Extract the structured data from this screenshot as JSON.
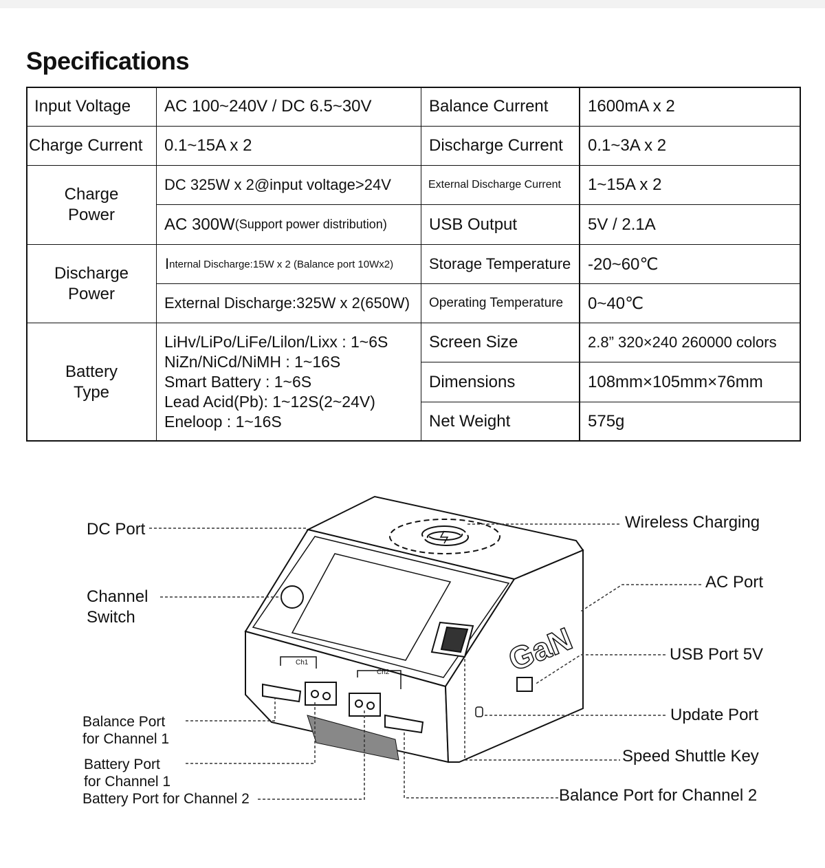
{
  "title": "Specifications",
  "specs": {
    "input_voltage": {
      "label": "Input  Voltage",
      "value": "AC 100~240V / DC 6.5~30V"
    },
    "charge_current": {
      "label": "Charge Current",
      "value": "0.1~15A x 2"
    },
    "charge_power": {
      "label": "Charge Power",
      "dc": "DC 325W x 2@input voltage>24V",
      "ac_main": "AC 300W",
      "ac_note": "(Support power distribution)"
    },
    "discharge_power": {
      "label": "Discharge Power",
      "internal_i": "I",
      "internal": "nternal Discharge:15W x 2 (Balance port 10Wx2)",
      "external": "External Discharge:325W x 2(650W)"
    },
    "battery_type": {
      "label": "Battery Type",
      "lines": [
        "LiHv/LiPo/LiFe/Lilon/Lixx : 1~6S",
        "NiZn/NiCd/NiMH : 1~16S",
        "Smart Battery : 1~6S",
        "Lead Acid(Pb):  1~12S(2~24V)",
        "Eneloop : 1~16S"
      ]
    },
    "balance_current": {
      "label": "Balance Current",
      "value": "1600mA x 2"
    },
    "discharge_current": {
      "label": "Discharge Current",
      "value": "0.1~3A x 2"
    },
    "external_discharge_current": {
      "label": "External Discharge Current",
      "value": "1~15A x 2"
    },
    "usb_output": {
      "label": "USB Output",
      "value": "5V / 2.1A"
    },
    "storage_temperature": {
      "label": "Storage Temperature",
      "value": "-20~60℃"
    },
    "operating_temperature": {
      "label": "Operating Temperature",
      "value": "0~40℃"
    },
    "screen_size": {
      "label": "Screen Size",
      "value": "2.8” 320×240  260000 colors"
    },
    "dimensions": {
      "label": "Dimensions",
      "value": "108mm×105mm×76mm"
    },
    "net_weight": {
      "label": "Net Weight",
      "value": "575g"
    }
  },
  "diagram": {
    "device_logo": "GaN",
    "ch1": "Ch1",
    "ch2": "Ch2",
    "labels": {
      "dc_port": "DC Port",
      "channel_switch": "Channel\nSwitch",
      "balance_port_ch1": "Balance Port\nfor Channel 1",
      "battery_port_ch1": "Battery Port\nfor Channel 1",
      "battery_port_ch2": "Battery Port for Channel 2",
      "wireless_charging": "Wireless Charging",
      "ac_port": "AC Port",
      "usb_port": "USB Port 5V",
      "update_port": "Update Port",
      "speed_shuttle_key": "Speed Shuttle Key",
      "balance_port_ch2": "Balance Port for Channel 2"
    }
  }
}
